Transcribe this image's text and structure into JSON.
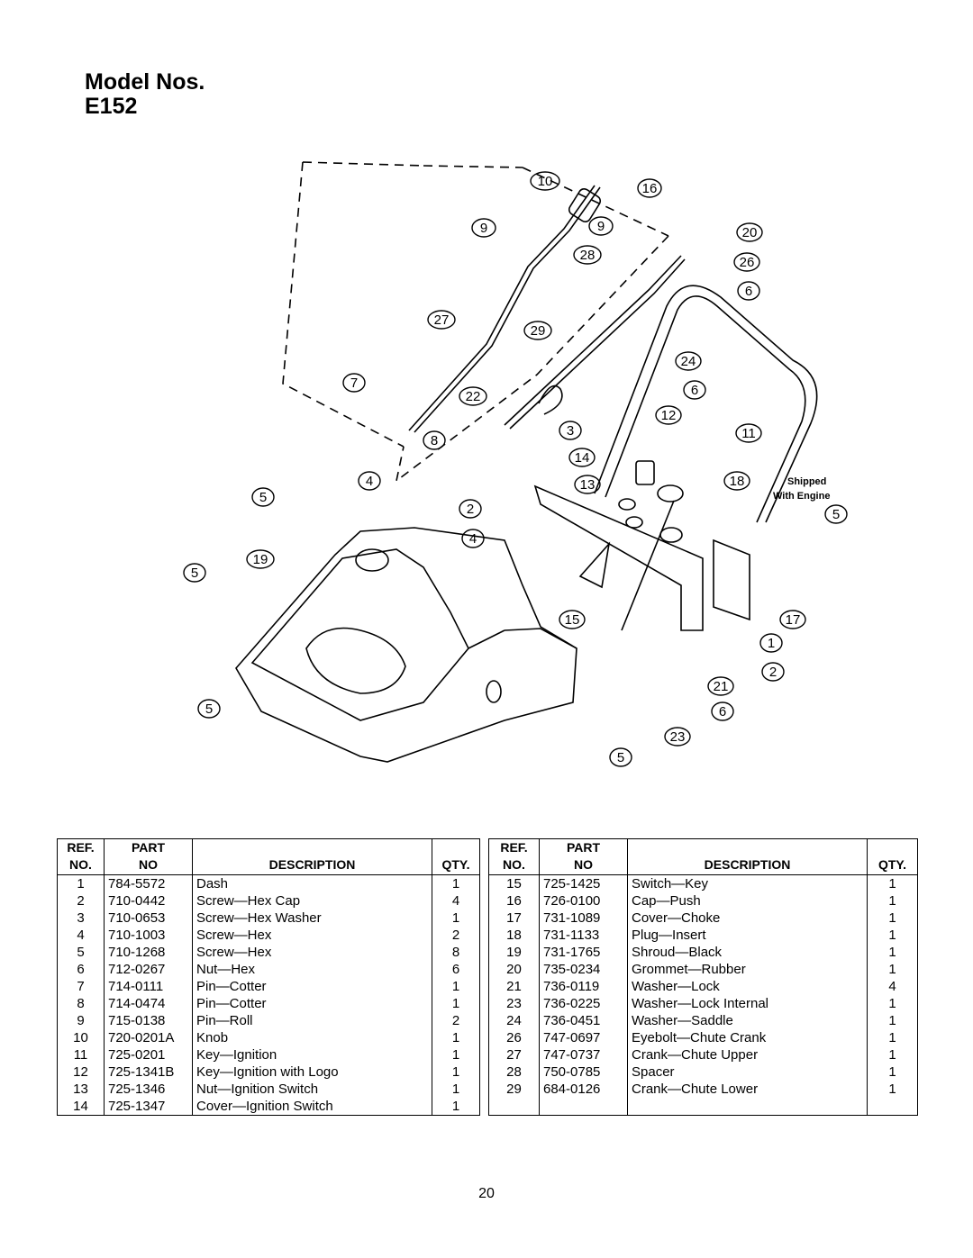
{
  "header": {
    "title_line1": "Model Nos.",
    "title_line2": "E152"
  },
  "diagram": {
    "note": [
      "Shipped",
      "With Engine"
    ],
    "callouts": [
      "10",
      "16",
      "9",
      "20",
      "9",
      "28",
      "26",
      "6",
      "27",
      "29",
      "24",
      "6",
      "7",
      "22",
      "12",
      "3",
      "11",
      "8",
      "14",
      "18",
      "4",
      "13",
      "5",
      "2",
      "5",
      "19",
      "4",
      "5",
      "15",
      "17",
      "1",
      "2",
      "21",
      "6",
      "5",
      "23",
      "5"
    ]
  },
  "table": {
    "headers": {
      "ref": [
        "REF.",
        "NO."
      ],
      "part": [
        "PART",
        "NO"
      ],
      "description": "DESCRIPTION",
      "qty": "QTY."
    },
    "left_rows": [
      {
        "ref": "1",
        "part": "784-5572",
        "desc": "Dash",
        "qty": "1"
      },
      {
        "ref": "2",
        "part": "710-0442",
        "desc": "Screw—Hex Cap",
        "qty": "4"
      },
      {
        "ref": "3",
        "part": "710-0653",
        "desc": "Screw—Hex Washer",
        "qty": "1"
      },
      {
        "ref": "4",
        "part": "710-1003",
        "desc": "Screw—Hex",
        "qty": "2"
      },
      {
        "ref": "5",
        "part": "710-1268",
        "desc": "Screw—Hex",
        "qty": "8"
      },
      {
        "ref": "6",
        "part": "712-0267",
        "desc": "Nut—Hex",
        "qty": "6"
      },
      {
        "ref": "7",
        "part": "714-0111",
        "desc": "Pin—Cotter",
        "qty": "1"
      },
      {
        "ref": "8",
        "part": "714-0474",
        "desc": "Pin—Cotter",
        "qty": "1"
      },
      {
        "ref": "9",
        "part": "715-0138",
        "desc": "Pin—Roll",
        "qty": "2"
      },
      {
        "ref": "10",
        "part": "720-0201A",
        "desc": "Knob",
        "qty": "1"
      },
      {
        "ref": "11",
        "part": "725-0201",
        "desc": "Key—Ignition",
        "qty": "1"
      },
      {
        "ref": "12",
        "part": "725-1341B",
        "desc": "Key—Ignition with Logo",
        "qty": "1"
      },
      {
        "ref": "13",
        "part": "725-1346",
        "desc": "Nut—Ignition Switch",
        "qty": "1"
      },
      {
        "ref": "14",
        "part": "725-1347",
        "desc": "Cover—Ignition Switch",
        "qty": "1"
      }
    ],
    "right_rows": [
      {
        "ref": "15",
        "part": "725-1425",
        "desc": "Switch—Key",
        "qty": "1"
      },
      {
        "ref": "16",
        "part": "726-0100",
        "desc": "Cap—Push",
        "qty": "1"
      },
      {
        "ref": "17",
        "part": "731-1089",
        "desc": "Cover—Choke",
        "qty": "1"
      },
      {
        "ref": "18",
        "part": "731-1133",
        "desc": "Plug—Insert",
        "qty": "1"
      },
      {
        "ref": "19",
        "part": "731-1765",
        "desc": "Shroud—Black",
        "qty": "1"
      },
      {
        "ref": "20",
        "part": "735-0234",
        "desc": "Grommet—Rubber",
        "qty": "1"
      },
      {
        "ref": "21",
        "part": "736-0119",
        "desc": "Washer—Lock",
        "qty": "4"
      },
      {
        "ref": "23",
        "part": "736-0225",
        "desc": "Washer—Lock Internal",
        "qty": "1"
      },
      {
        "ref": "24",
        "part": "736-0451",
        "desc": "Washer—Saddle",
        "qty": "1"
      },
      {
        "ref": "26",
        "part": "747-0697",
        "desc": "Eyebolt—Chute Crank",
        "qty": "1"
      },
      {
        "ref": "27",
        "part": "747-0737",
        "desc": "Crank—Chute Upper",
        "qty": "1"
      },
      {
        "ref": "28",
        "part": "750-0785",
        "desc": "Spacer",
        "qty": "1"
      },
      {
        "ref": "29",
        "part": "684-0126",
        "desc": "Crank—Chute Lower",
        "qty": "1"
      },
      {
        "ref": "",
        "part": "",
        "desc": "",
        "qty": ""
      }
    ]
  },
  "page_number": "20"
}
